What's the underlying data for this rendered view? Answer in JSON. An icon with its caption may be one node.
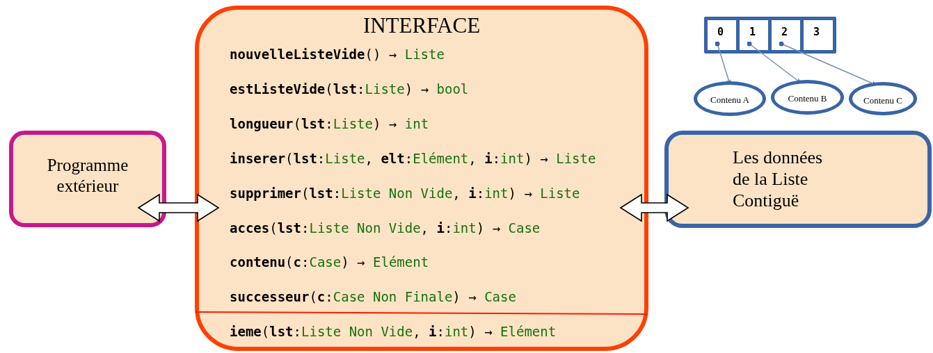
{
  "diagram": {
    "nodes": [
      {
        "text": [
          "INTERFACE",
          "**nouvelleListeVide**() → Liste",
          "**estListeVide**(**lst**:Liste) → bool",
          "**longueur**(**lst**:Liste) → int",
          "**inserer**(**lst**:Liste, **elt**:Elément, **i**:int) → Liste",
          "**supprimer**(**lst**:Liste Non Vide, **i**:int) → Liste",
          "**acces**(**lst**:Liste Non Vide, **i**:int) → Case",
          "**contenu**(**c**:Case) → Elément",
          "**successeur**(**c**:Case Non Finale) → Case",
          "**ieme**(**lst**:Liste Non Vide, **i**:int) → Elément"
        ]
      },
      {
        "text": [
          "Programme extérieur"
        ]
      },
      {
        "text": [
          "Les données de la Liste Contiguë"
        ]
      },
      {
        "text": [],
        "shape": "box"
      },
      {
        "text": [
          "0"
        ],
        "in": 3
      },
      {
        "text": [
          "1"
        ],
        "in": 3
      },
      {
        "text": [
          "2"
        ],
        "in": 3
      },
      {
        "text": [
          "3"
        ],
        "in": 3
      },
      {
        "text": [
          "Contenu A"
        ]
      },
      {
        "text": [
          "Contenu B"
        ]
      },
      {
        "text": [
          "Contenu C"
        ]
      }
    ],
    "edges": [
      {
        "from": 1,
        "to": 0,
        "arrow": "both"
      },
      {
        "from": 0,
        "to": 2,
        "arrow": "both"
      },
      {
        "from": 4,
        "to": 8,
        "arrow": "to"
      },
      {
        "from": 5,
        "to": 9,
        "arrow": "to"
      },
      {
        "from": 6,
        "to": 10,
        "arrow": "to"
      }
    ]
  }
}
